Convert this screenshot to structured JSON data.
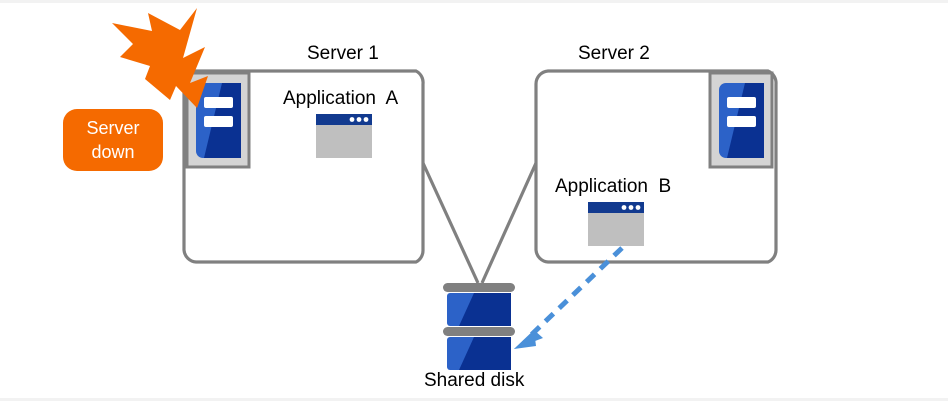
{
  "diagram": {
    "title_server1": "Server 1",
    "title_server2": "Server 2",
    "app_a_label": "Application  A",
    "app_b_label": "Application  B",
    "shared_disk_label": "Shared disk",
    "alert_line1": "Server",
    "alert_line2": "down",
    "icons": {
      "server_rack": "server-rack-icon",
      "app_window": "app-window-icon",
      "disk_stack": "disk-stack-icon",
      "burst": "explosion-burst-icon",
      "dashed_arrow": "dashed-arrow-icon"
    },
    "colors": {
      "alert_orange": "#f56a00",
      "box_outline_gray": "#808080",
      "server_blue_light": "#2c62c8",
      "server_blue_dark": "#0a3192",
      "app_titlebar_blue": "#123a8f",
      "app_body_gray": "#bfbfbf",
      "icon_frame_gray": "#d4d4d4",
      "icon_frame_border": "#808080",
      "disk_divider_gray": "#808080",
      "arrow_blue": "#4a90d9",
      "text_black": "#000000",
      "background": "#ffffff"
    }
  }
}
